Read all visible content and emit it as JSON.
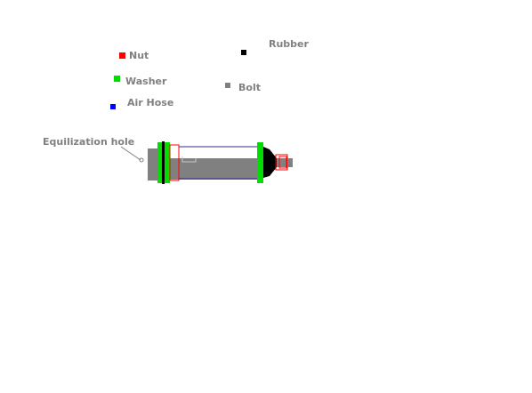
{
  "colors": {
    "nut": "#ff0000",
    "washer": "#00dd00",
    "air_hose": "#0000ff",
    "rubber": "#000000",
    "bolt": "#808080",
    "casing": "#3a2a8a",
    "label": "#808080"
  },
  "legend": {
    "nut": "Nut",
    "washer": "Washer",
    "air_hose": "Air Hose",
    "rubber": "Rubber",
    "bolt": "Bolt"
  },
  "callout": {
    "equalization_hole": "Equilization hole"
  }
}
